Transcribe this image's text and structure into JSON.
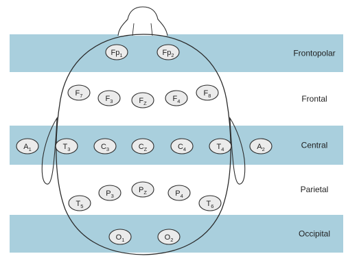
{
  "colors": {
    "band": "#a9cfdd",
    "outline": "#2a2a2a",
    "electrode_fill": "#ebebeb",
    "background": "#ffffff"
  },
  "regions": [
    {
      "id": "frontopolar",
      "label": "Frontopolar",
      "shaded": true
    },
    {
      "id": "frontal",
      "label": "Frontal",
      "shaded": false
    },
    {
      "id": "central",
      "label": "Central",
      "shaded": true
    },
    {
      "id": "parietal",
      "label": "Parietal",
      "shaded": false
    },
    {
      "id": "occipital",
      "label": "Occipital",
      "shaded": true
    }
  ],
  "electrodes": [
    {
      "id": "fp1",
      "main": "Fp",
      "sub": "1"
    },
    {
      "id": "fp2",
      "main": "Fp",
      "sub": "2"
    },
    {
      "id": "f7",
      "main": "F",
      "sub": "7"
    },
    {
      "id": "f3",
      "main": "F",
      "sub": "3"
    },
    {
      "id": "fz",
      "main": "F",
      "sub": "Z"
    },
    {
      "id": "f4",
      "main": "F",
      "sub": "4"
    },
    {
      "id": "f8",
      "main": "F",
      "sub": "8"
    },
    {
      "id": "a1",
      "main": "A",
      "sub": "1"
    },
    {
      "id": "t3",
      "main": "T",
      "sub": "3"
    },
    {
      "id": "c3",
      "main": "C",
      "sub": "3"
    },
    {
      "id": "cz",
      "main": "C",
      "sub": "Z"
    },
    {
      "id": "c4",
      "main": "C",
      "sub": "4"
    },
    {
      "id": "t4",
      "main": "T",
      "sub": "4"
    },
    {
      "id": "a2",
      "main": "A",
      "sub": "2"
    },
    {
      "id": "p3",
      "main": "P",
      "sub": "3"
    },
    {
      "id": "pz",
      "main": "P",
      "sub": "Z"
    },
    {
      "id": "p4",
      "main": "P",
      "sub": "4"
    },
    {
      "id": "t5",
      "main": "T",
      "sub": "5"
    },
    {
      "id": "t6",
      "main": "T",
      "sub": "6"
    },
    {
      "id": "o1",
      "main": "O",
      "sub": "1"
    },
    {
      "id": "o2",
      "main": "O",
      "sub": "2"
    }
  ]
}
